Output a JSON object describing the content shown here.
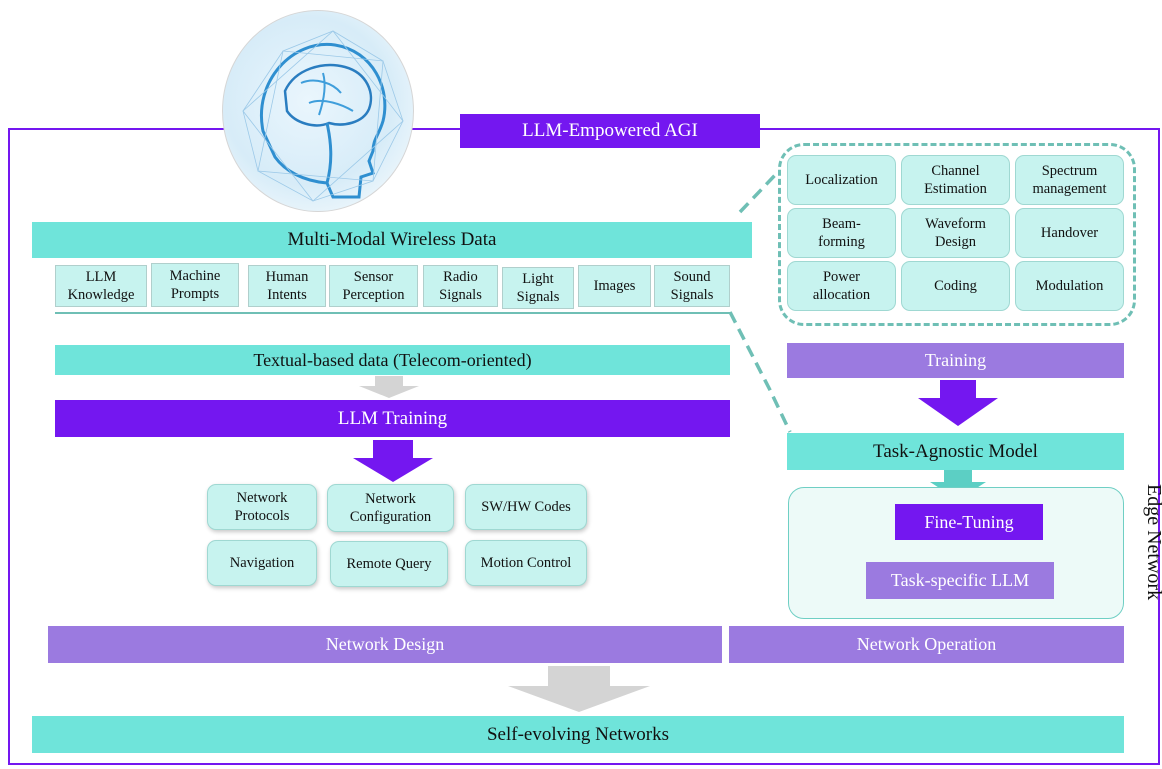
{
  "header": {
    "title": "LLM-Empowered AGI"
  },
  "multimodal": {
    "title": "Multi-Modal Wireless Data",
    "items": [
      "LLM\nKnowledge",
      "Machine\nPrompts",
      "Human\nIntents",
      "Sensor\nPerception",
      "Radio\nSignals",
      "Light\nSignals",
      "Images",
      "Sound\nSignals"
    ]
  },
  "textual": "Textual-based data (Telecom-oriented)",
  "llm_training": "LLM Training",
  "design_tasks": [
    "Network\nProtocols",
    "Network\nConfiguration",
    "SW/HW Codes",
    "Navigation",
    "Remote Query",
    "Motion Control"
  ],
  "op_tasks": [
    "Localization",
    "Channel\nEstimation",
    "Spectrum\nmanagement",
    "Beam-\nforming",
    "Waveform\nDesign",
    "Handover",
    "Power\nallocation",
    "Coding",
    "Modulation"
  ],
  "training": "Training",
  "task_agnostic": "Task-Agnostic Model",
  "fine_tuning": "Fine-Tuning",
  "task_specific": "Task-specific LLM",
  "edge_network": "Edge Network",
  "network_design": "Network Design",
  "network_operation": "Network Operation",
  "self_evolving": "Self-evolving Networks",
  "colors": {
    "frame": "#7417f0",
    "teal": "#6fe4da",
    "light_teal": "#c7f3ef",
    "purple": "#7417f0",
    "lavender": "#9b7ae0",
    "gray_arrow": "#d4d4d4"
  }
}
